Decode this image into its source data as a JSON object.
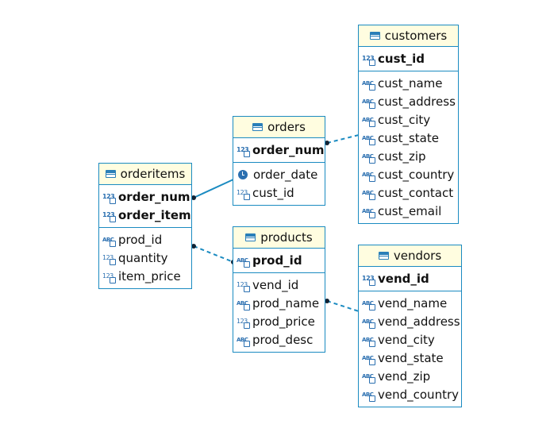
{
  "colors": {
    "border": "#1b8bc1",
    "header_bg": "#fffde0",
    "icon": "#2a6fb0"
  },
  "entities": {
    "orderitems": {
      "title": "orderitems",
      "keys": [
        {
          "name": "order_num",
          "type": "123"
        },
        {
          "name": "order_item",
          "type": "123"
        }
      ],
      "fields": [
        {
          "name": "prod_id",
          "type": "ABC"
        },
        {
          "name": "quantity",
          "type": "123"
        },
        {
          "name": "item_price",
          "type": "123"
        }
      ]
    },
    "orders": {
      "title": "orders",
      "keys": [
        {
          "name": "order_num",
          "type": "123"
        }
      ],
      "fields": [
        {
          "name": "order_date",
          "type": "clock"
        },
        {
          "name": "cust_id",
          "type": "123"
        }
      ]
    },
    "customers": {
      "title": "customers",
      "keys": [
        {
          "name": "cust_id",
          "type": "123"
        }
      ],
      "fields": [
        {
          "name": "cust_name",
          "type": "ABC"
        },
        {
          "name": "cust_address",
          "type": "ABC"
        },
        {
          "name": "cust_city",
          "type": "ABC"
        },
        {
          "name": "cust_state",
          "type": "ABC"
        },
        {
          "name": "cust_zip",
          "type": "ABC"
        },
        {
          "name": "cust_country",
          "type": "ABC"
        },
        {
          "name": "cust_contact",
          "type": "ABC"
        },
        {
          "name": "cust_email",
          "type": "ABC"
        }
      ]
    },
    "products": {
      "title": "products",
      "keys": [
        {
          "name": "prod_id",
          "type": "ABC"
        }
      ],
      "fields": [
        {
          "name": "vend_id",
          "type": "123"
        },
        {
          "name": "prod_name",
          "type": "ABC"
        },
        {
          "name": "prod_price",
          "type": "123"
        },
        {
          "name": "prod_desc",
          "type": "ABC"
        }
      ]
    },
    "vendors": {
      "title": "vendors",
      "keys": [
        {
          "name": "vend_id",
          "type": "123"
        }
      ],
      "fields": [
        {
          "name": "vend_name",
          "type": "ABC"
        },
        {
          "name": "vend_address",
          "type": "ABC"
        },
        {
          "name": "vend_city",
          "type": "ABC"
        },
        {
          "name": "vend_state",
          "type": "ABC"
        },
        {
          "name": "vend_zip",
          "type": "ABC"
        },
        {
          "name": "vend_country",
          "type": "ABC"
        }
      ]
    }
  },
  "relationships": [
    {
      "from": "orderitems",
      "to": "orders",
      "style": "solid"
    },
    {
      "from": "orders",
      "to": "customers",
      "style": "dashed"
    },
    {
      "from": "orderitems",
      "to": "products",
      "style": "dashed"
    },
    {
      "from": "products",
      "to": "vendors",
      "style": "dashed"
    }
  ]
}
